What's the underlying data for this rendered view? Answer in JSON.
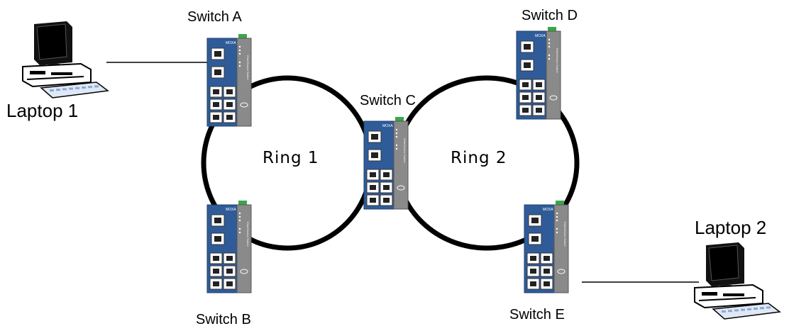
{
  "diagram": {
    "switches": [
      {
        "id": "A",
        "label": "Switch A",
        "brand": "MOXA",
        "side_text": "EtherDevice Switch"
      },
      {
        "id": "B",
        "label": "Switch B",
        "brand": "MOXA",
        "side_text": "EtherDevice Switch"
      },
      {
        "id": "C",
        "label": "Switch C",
        "brand": "MOXA",
        "side_text": "EtherDevice Switch"
      },
      {
        "id": "D",
        "label": "Switch D",
        "brand": "MOXA",
        "side_text": "EtherDevice Switch"
      },
      {
        "id": "E",
        "label": "Switch E",
        "brand": "MOXA",
        "side_text": "EtherDevice Switch"
      }
    ],
    "laptops": [
      {
        "id": "1",
        "label": "Laptop 1"
      },
      {
        "id": "2",
        "label": "Laptop 2"
      }
    ],
    "rings": [
      {
        "id": "1",
        "label": "Ring 1"
      },
      {
        "id": "2",
        "label": "Ring 2"
      }
    ],
    "links": [
      {
        "from": "Laptop 1",
        "to": "Switch A"
      },
      {
        "from": "Laptop 2",
        "to": "Switch E"
      }
    ],
    "colors": {
      "switch_panel": "#2f5c99",
      "switch_side": "#8a8a8a",
      "port": "#ffffff",
      "ring": "#000000",
      "connector": "#3aa64a"
    }
  }
}
